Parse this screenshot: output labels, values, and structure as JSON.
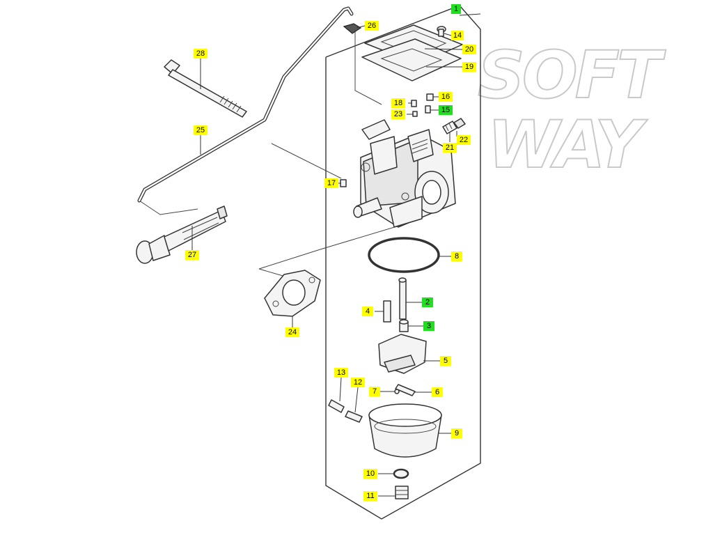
{
  "watermark": {
    "line1": "SOFT",
    "line2": "WAY",
    "color": "#c9c9c9"
  },
  "colors": {
    "callout_yellow": "#ffff00",
    "callout_green": "#22dd22",
    "line": "#333333"
  },
  "callouts": {
    "p1": "1",
    "p2": "2",
    "p3": "3",
    "p4": "4",
    "p5": "5",
    "p6": "6",
    "p7": "7",
    "p8": "8",
    "p9": "9",
    "p10": "10",
    "p11": "11",
    "p12": "12",
    "p13": "13",
    "p14": "14",
    "p15": "15",
    "p16": "16",
    "p17": "17",
    "p18": "18",
    "p19": "19",
    "p20": "20",
    "p21": "21",
    "p22": "22",
    "p23": "23",
    "p24": "24",
    "p25": "25",
    "p26": "26",
    "p27": "27",
    "p28": "28"
  }
}
